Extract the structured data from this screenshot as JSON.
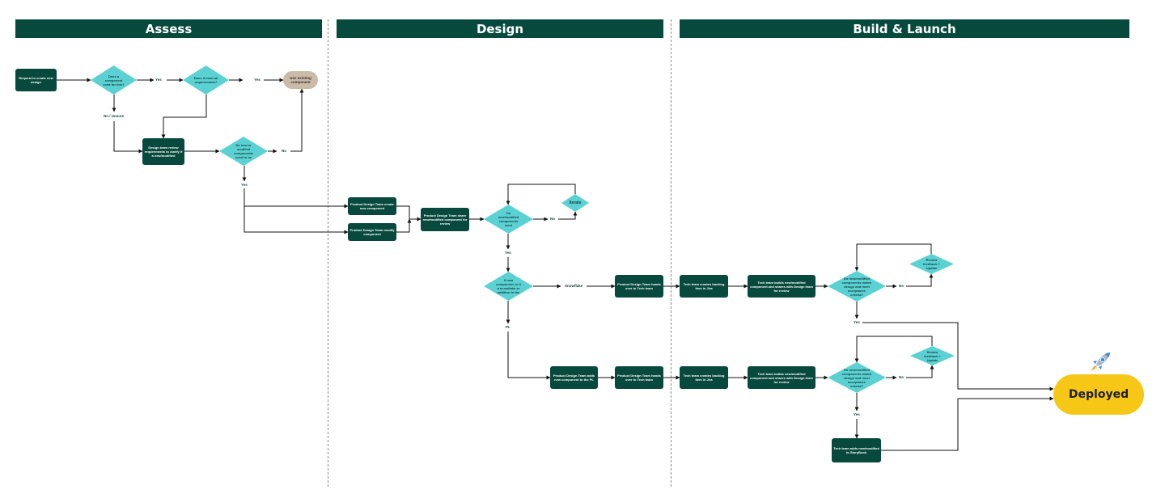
{
  "phases": {
    "assess": "Assess",
    "design": "Design",
    "build": "Build & Launch"
  },
  "nodes": {
    "request": "Request to create new design",
    "exists": "Does a component exist for this?",
    "meets": "Does it meet all requirements?",
    "use_existing": "Use existing component",
    "review_req": "Design team review requirements to clarify if a new/modified",
    "need_new": "Do new or modified components need to be",
    "create_new": "Product Design Team create new component",
    "modify": "Product Design Team modify component",
    "share": "Product Design Team share new/modified component for review",
    "meet": "Do new/modified components meet",
    "iterate": "Iterate",
    "snowflake_q": "If new component, is it a snowflake or addition to the",
    "handover_1": "Product Design Team hands over to Tech team",
    "adds_pl": "Product Design Team adds new component to the PL",
    "handover_2": "Product Design Team hands over to Tech team",
    "jira_1": "Tech team creates backlog item in Jira",
    "jira_2": "Tech team creates backlog item in Jira",
    "build_1": "Tech team builds new/modified component and shares with Design team for review",
    "build_2": "Tech team builds new/modified component and shares with Design team for review",
    "match_1": "Do new/modified components match design and meet acceptance criteria?",
    "match_2": "Do new/modified components match design and meet acceptance criteria?",
    "feedback_1": "Review feedback + Update",
    "feedback_2": "Review feedback + Update",
    "storybook": "Tech team adds new/modified to StoryBook",
    "deployed": "Deployed"
  },
  "edge_labels": {
    "yes_1": "Yes",
    "yes_2": "Yes",
    "no_unsure": "No / Unsure",
    "no_1": "No",
    "yes_3": "Yes",
    "no_2": "No",
    "yes_4": "Yes",
    "snowflake": "Snowflake",
    "pl": "PL",
    "no_3": "No",
    "yes_5": "Yes",
    "no_4": "No",
    "yes_6": "Yes"
  },
  "colors": {
    "header": "#074a3d",
    "process": "#074a3d",
    "decision": "#5bd1d4",
    "terminal": "#c9bba8",
    "deployed": "#f7c718"
  },
  "icons": {
    "launch": "rocket-icon"
  }
}
